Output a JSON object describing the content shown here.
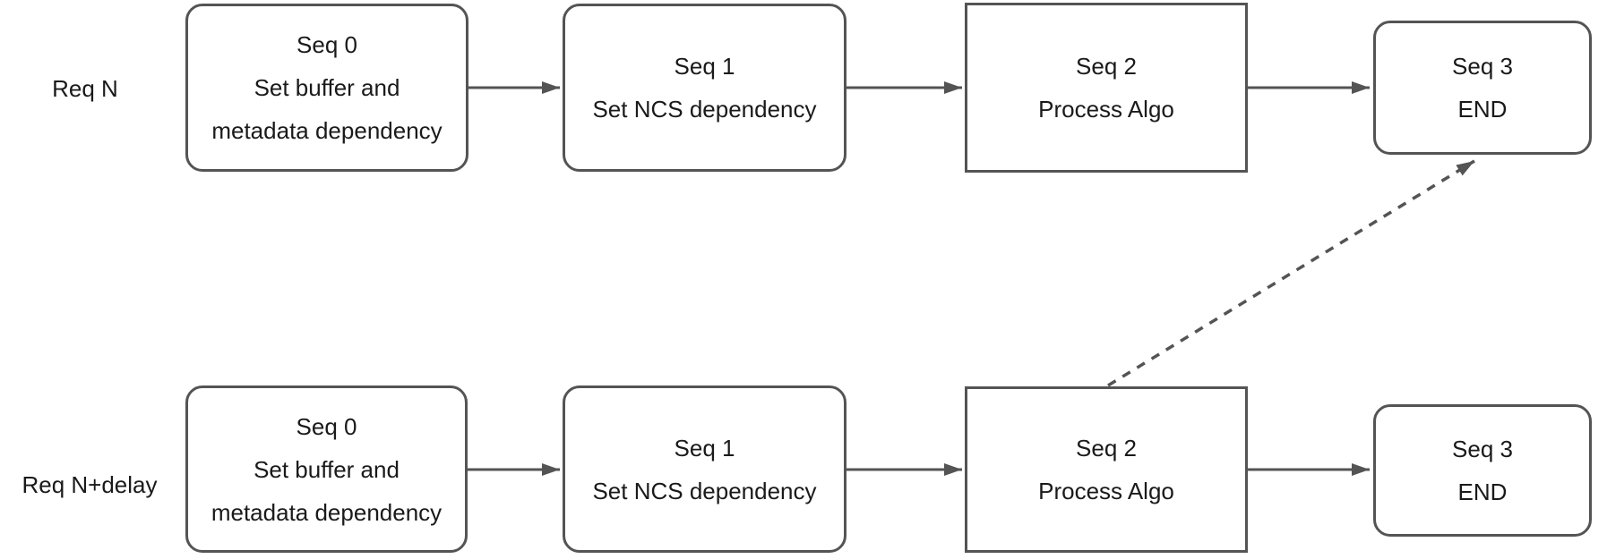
{
  "colors": {
    "background": "#ffffff",
    "stroke": "#545454",
    "text": "#1a1a1a"
  },
  "diagram": {
    "rows": [
      {
        "label": "Req N",
        "nodes": [
          {
            "shape": "rounded",
            "lines": [
              "Seq 0",
              "Set buffer and",
              "metadata dependency"
            ]
          },
          {
            "shape": "rounded",
            "lines": [
              "Seq 1",
              "Set NCS dependency"
            ]
          },
          {
            "shape": "rectangle",
            "lines": [
              "Seq 2",
              "Process Algo"
            ]
          },
          {
            "shape": "rounded",
            "lines": [
              "Seq 3",
              "END"
            ]
          }
        ]
      },
      {
        "label": "Req N+delay",
        "nodes": [
          {
            "shape": "rounded",
            "lines": [
              "Seq 0",
              "Set buffer and",
              "metadata dependency"
            ]
          },
          {
            "shape": "rounded",
            "lines": [
              "Seq 1",
              "Set NCS dependency"
            ]
          },
          {
            "shape": "rectangle",
            "lines": [
              "Seq 2",
              "Process Algo"
            ]
          },
          {
            "shape": "rounded",
            "lines": [
              "Seq 3",
              "END"
            ]
          }
        ]
      }
    ],
    "edges": [
      {
        "from": "Req N / Seq 0",
        "to": "Req N / Seq 1",
        "style": "solid"
      },
      {
        "from": "Req N / Seq 1",
        "to": "Req N / Seq 2",
        "style": "solid"
      },
      {
        "from": "Req N / Seq 2",
        "to": "Req N / Seq 3",
        "style": "solid"
      },
      {
        "from": "Req N+delay / Seq 0",
        "to": "Req N+delay / Seq 1",
        "style": "solid"
      },
      {
        "from": "Req N+delay / Seq 1",
        "to": "Req N+delay / Seq 2",
        "style": "solid"
      },
      {
        "from": "Req N+delay / Seq 2",
        "to": "Req N+delay / Seq 3",
        "style": "solid"
      },
      {
        "from": "Req N+delay / Seq 2",
        "to": "Req N / Seq 3",
        "style": "dashed"
      }
    ]
  }
}
